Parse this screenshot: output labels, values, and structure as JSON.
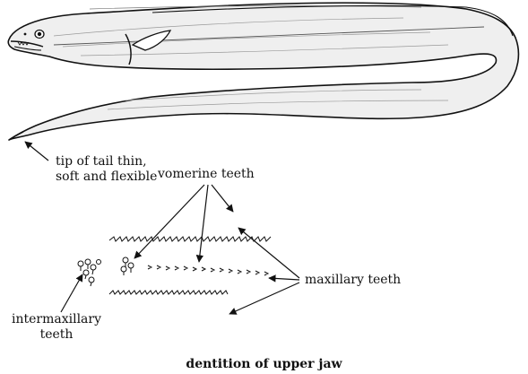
{
  "labels": {
    "tail_line1": "tip of tail thin,",
    "tail_line2": "soft and flexible",
    "vomerine": "vomerine teeth",
    "maxillary": "maxillary teeth",
    "intermax_line1": "intermaxillary",
    "intermax_line2": "teeth"
  },
  "caption": "dentition of upper jaw",
  "colors": {
    "ink": "#111111",
    "background": "#ffffff"
  }
}
